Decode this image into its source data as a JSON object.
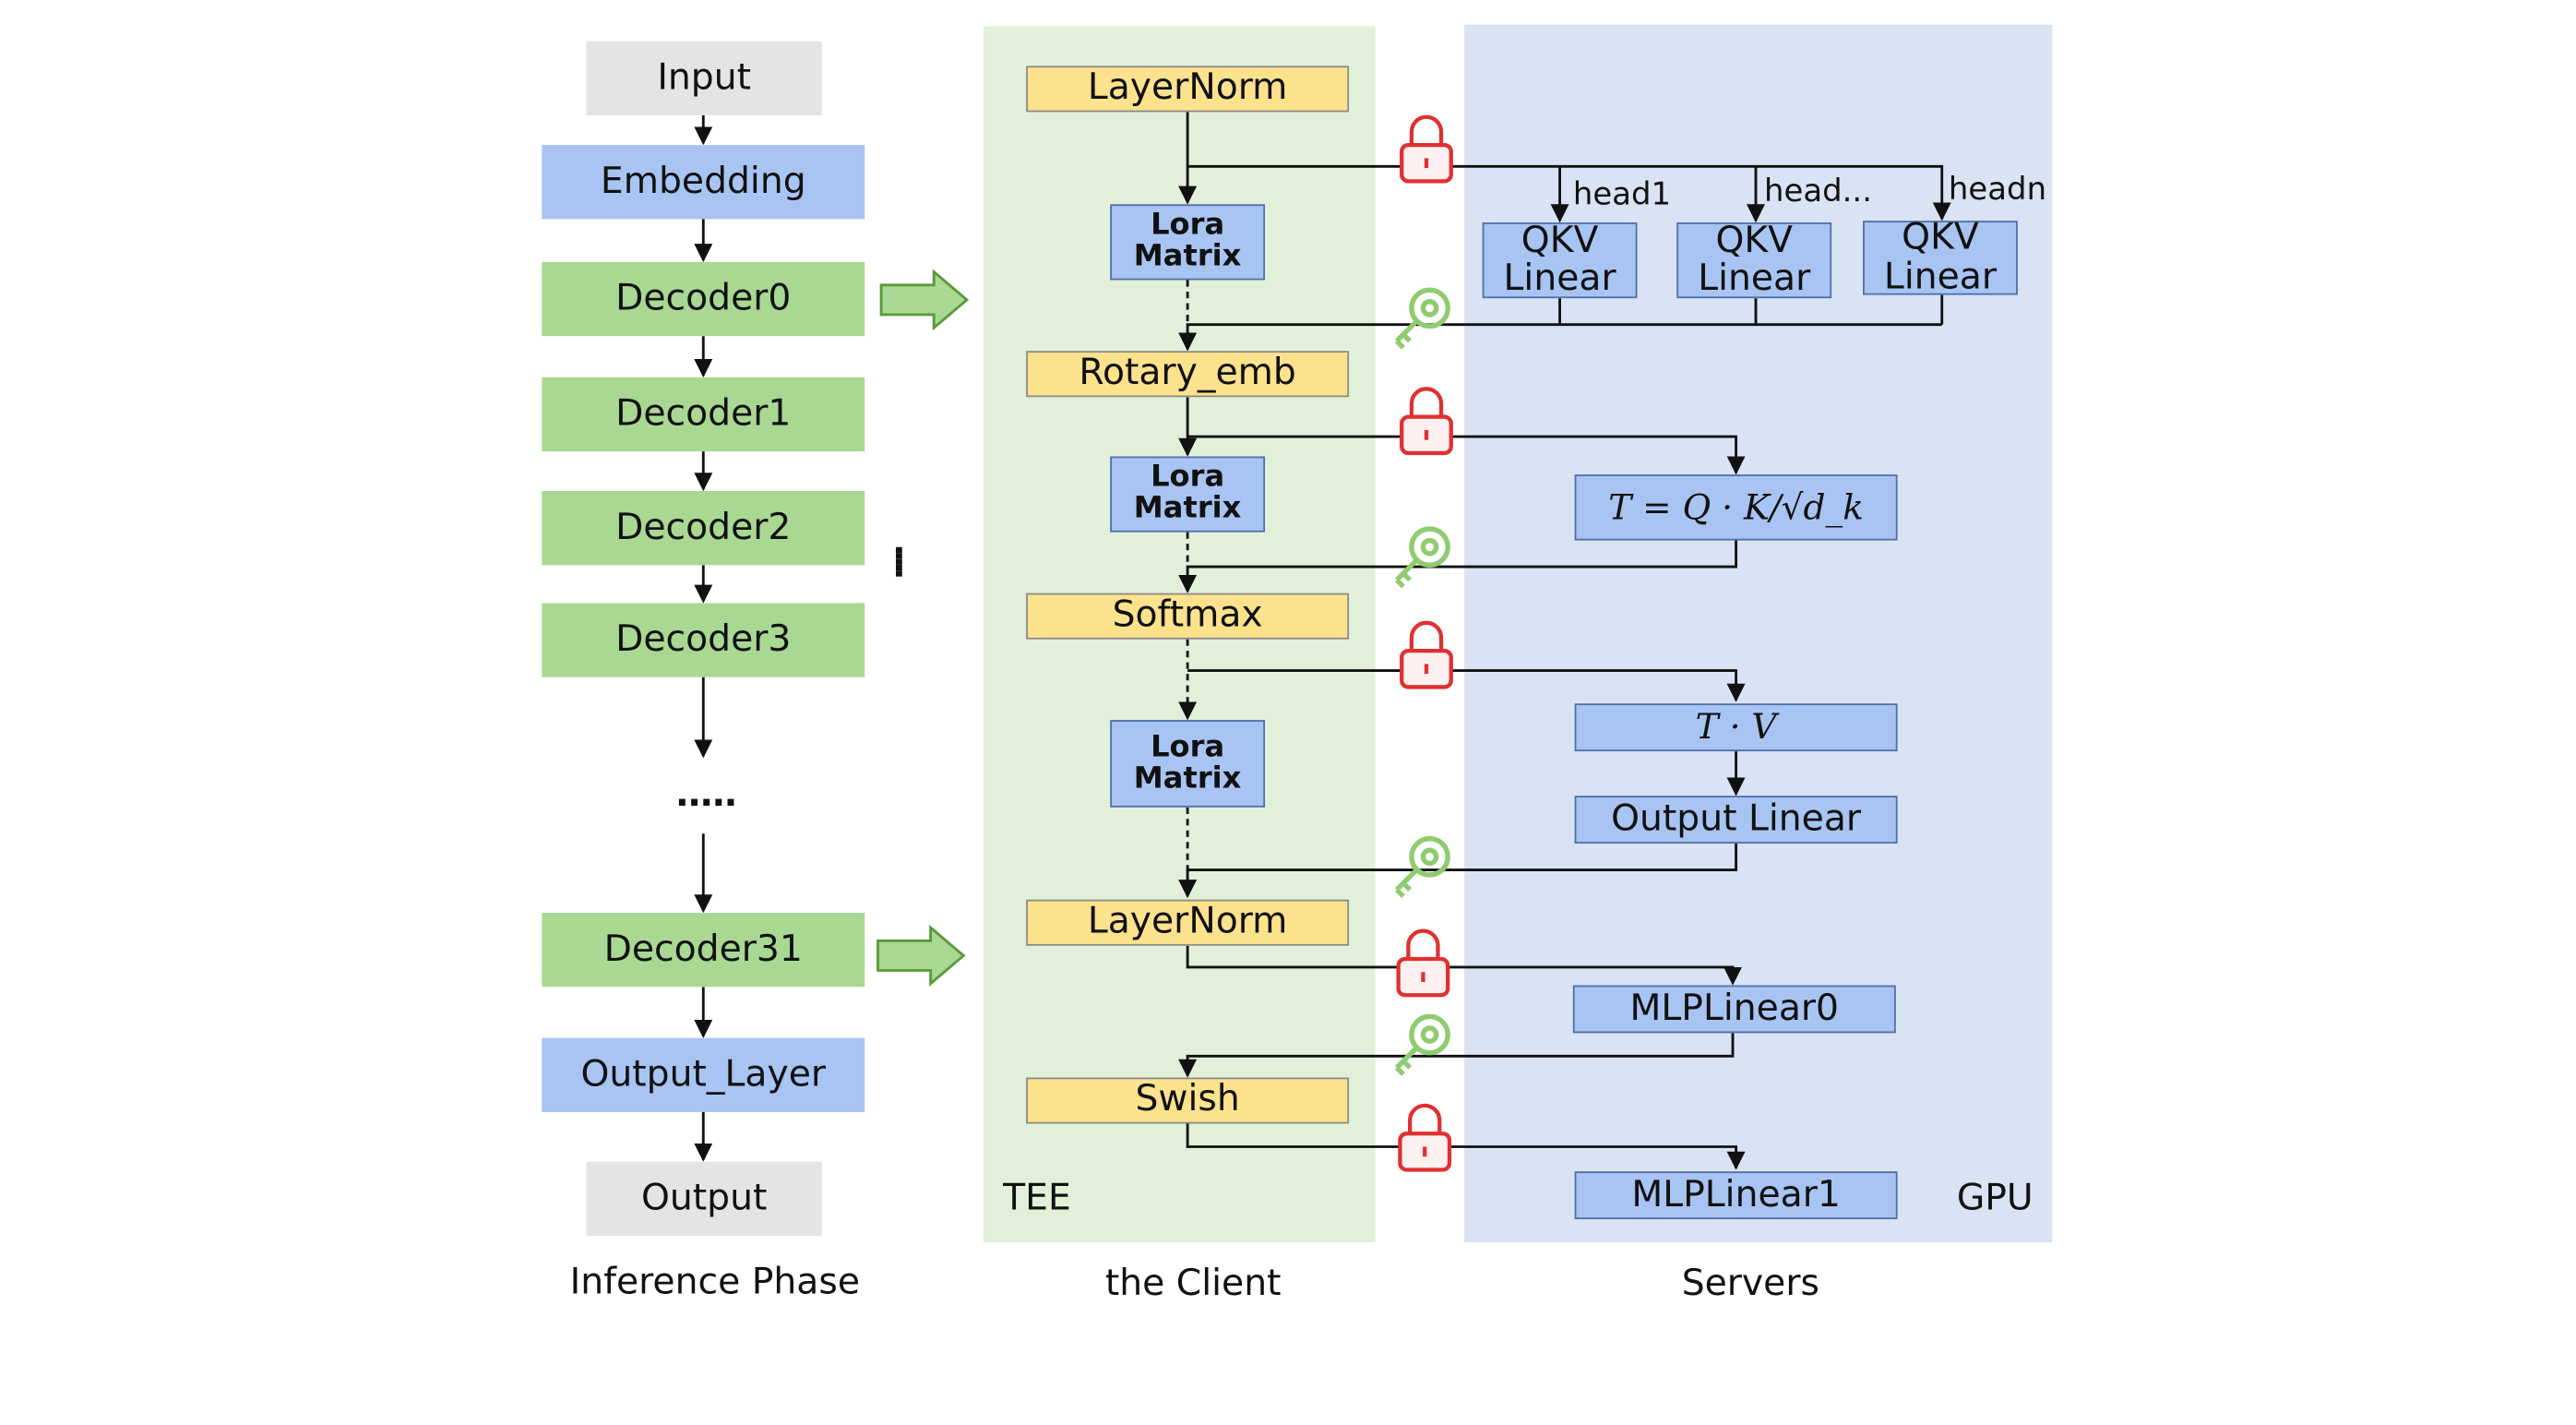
{
  "inference_phase": {
    "caption": "Inference Phase",
    "nodes": [
      "Input",
      "Embedding",
      "Decoder0",
      "Decoder1",
      "Decoder2",
      "Decoder3",
      ".....",
      "Decoder31",
      "Output_Layer",
      "Output"
    ],
    "side_dots": "....."
  },
  "client": {
    "caption": "the Client",
    "region_label": "TEE",
    "steps": [
      "LayerNorm",
      "Rotary_emb",
      "Softmax",
      "LayerNorm",
      "Swish"
    ],
    "lora": [
      "Lora\nMatrix",
      "Lora\nMatrix",
      "Lora\nMatrix"
    ]
  },
  "servers": {
    "caption": "Servers",
    "region_label": "GPU",
    "heads": [
      "head1",
      "head...",
      "headn"
    ],
    "qkv_label": "QKV\nLinear",
    "attention_score": "T = Q · K/√d_k",
    "tv": "T · V",
    "output_linear": "Output Linear",
    "mlp0": "MLPLinear0",
    "mlp1": "MLPLinear1"
  },
  "colors": {
    "tee_bg": "#e2f0d9",
    "gpu_bg": "#dae3f3",
    "lock": "#e03030",
    "key": "#8fcc6f",
    "arrow_fill": "#a9d893",
    "arrow_stroke": "#5a9a3a"
  },
  "icons": {
    "lock": "lock-icon",
    "key": "key-icon",
    "arrow": "right-arrow-icon"
  }
}
